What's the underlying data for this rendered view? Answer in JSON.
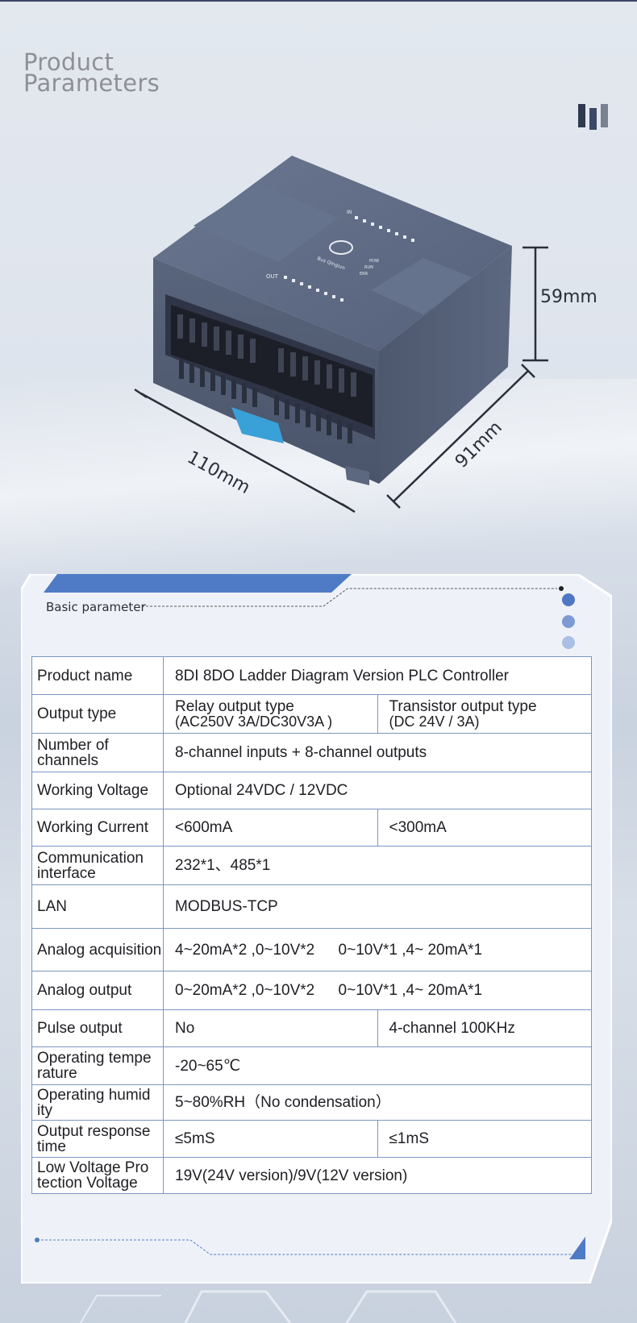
{
  "header": {
    "title_line1": "Product",
    "title_line2": "Parameters"
  },
  "dimensions": {
    "height": "59mm",
    "width": "110mm",
    "depth": "91mm"
  },
  "device_labels": {
    "in": "IN",
    "out": "OUT",
    "pow": "POW",
    "run": "RUN",
    "err": "ERR",
    "brand": "Bus Qingiun"
  },
  "section": {
    "label": "Basic parameter"
  },
  "table": {
    "rows": [
      {
        "label": "Product name",
        "v1": "8DI 8DO Ladder Diagram Version PLC Controller"
      },
      {
        "label": "Output type",
        "v1a": "Relay output type",
        "v1b": "(AC250V 3A/DC30V3A )",
        "v2a": "Transistor output type",
        "v2b": "(DC 24V / 3A)"
      },
      {
        "label_a": "Number of",
        "label_b": "channels",
        "v1": "8-channel inputs + 8-channel outputs"
      },
      {
        "label": "Working Voltage",
        "v1": "Optional 24VDC / 12VDC"
      },
      {
        "label": "Working Current",
        "v1": "<600mA",
        "v2": "<300mA"
      },
      {
        "label_a": "Communication",
        "label_b": "interface",
        "v1": "232*1、485*1"
      },
      {
        "label": "LAN",
        "v1": "MODBUS-TCP"
      },
      {
        "label": "Analog acquisition",
        "v1": "4~20mA*2 ,0~10V*2",
        "v1c": "0~10V*1 ,4~ 20mA*1"
      },
      {
        "label": "Analog output",
        "v1": "0~20mA*2 ,0~10V*2",
        "v1c": "0~10V*1 ,4~ 20mA*1"
      },
      {
        "label": "Pulse output",
        "v1": "No",
        "v2": "4-channel 100KHz"
      },
      {
        "label_a": "Operating tempe",
        "label_b": "rature",
        "v1": "-20~65℃"
      },
      {
        "label_a": "Operating humid",
        "label_b": "ity",
        "v1": "5~80%RH（No condensation）"
      },
      {
        "label_a": "Output response",
        "label_b": "time",
        "v1": "≤5mS",
        "v2": "≤1mS"
      },
      {
        "label_a": "Low Voltage Pro",
        "label_b": "tection Voltage",
        "v1": "19V(24V version)/9V(12V version)"
      }
    ]
  },
  "colors": {
    "accent": "#4f7bc6",
    "border": "#7b96c2",
    "dot1": "#4f78c4",
    "dot2": "#7d9bd2",
    "dot3": "#a9bfe4"
  }
}
